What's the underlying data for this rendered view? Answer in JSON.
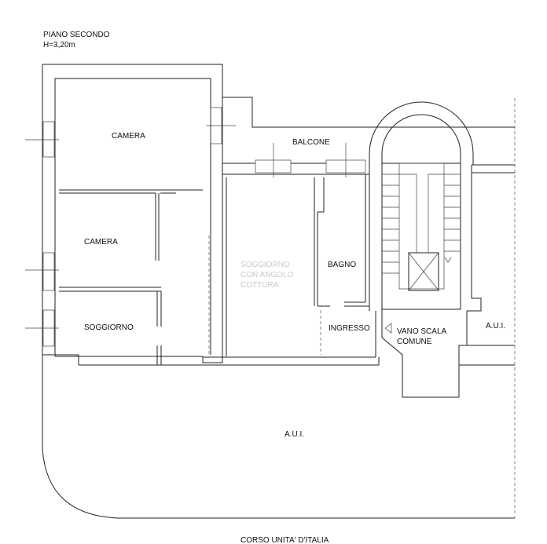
{
  "header": {
    "floor": "PIANO SECONDO",
    "height": "H=3,20m"
  },
  "rooms": {
    "camera_top": "CAMERA",
    "camera_mid": "CAMERA",
    "soggiorno": "SOGGIORNO",
    "balcone": "BALCONE",
    "soggiorno_angolo_1": "SOGGIORNO",
    "soggiorno_angolo_2": "CON ANGOLO",
    "soggiorno_angolo_3": "COTTURA",
    "bagno": "BAGNO",
    "ingresso": "INGRESSO",
    "vano_scala_1": "VANO SCALA",
    "vano_scala_2": "COMUNE",
    "aui_right": "A.U.I.",
    "aui_bottom": "A.U.I."
  },
  "footer": {
    "street": "CORSO UNITA' D'ITALIA"
  },
  "colors": {
    "line": "#222222",
    "watermark": "#c9c9c9"
  }
}
